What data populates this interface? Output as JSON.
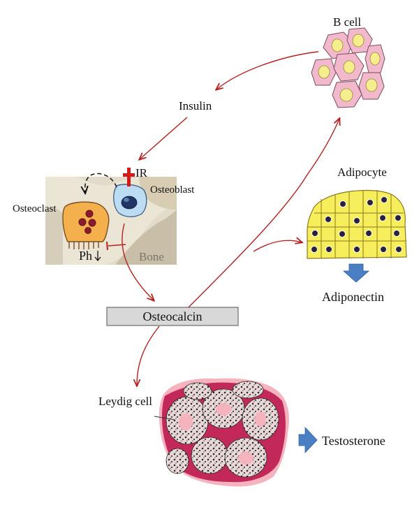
{
  "labels": {
    "b_cell": "B cell",
    "insulin": "Insulin",
    "ir": "IR",
    "osteoblast": "Osteoblast",
    "osteoclast": "Osteoclast",
    "ph": "Ph",
    "bone": "Bone",
    "adipocyte": "Adipocyte",
    "adiponectin": "Adiponectin",
    "osteocalcin": "Osteocalcin",
    "leydig_cell": "Leydig cell",
    "testosterone": "Testosterone"
  },
  "colors": {
    "arrow": "#b52020",
    "b_cell_fill": "#f2b8cc",
    "nucleus_yellow": "#f6ee8e",
    "adipocyte_fill": "#f7ee5c",
    "bone_bg": "#e2dbc9",
    "osteoclast_fill": "#f3b04c",
    "osteoblast_fill": "#bcdcf3",
    "osteocalcin_box": "#d8d8d8",
    "big_arrow": "#4a7fc4",
    "tissue_pink": "#f4b3bd",
    "tissue_red": "#c2285a"
  }
}
